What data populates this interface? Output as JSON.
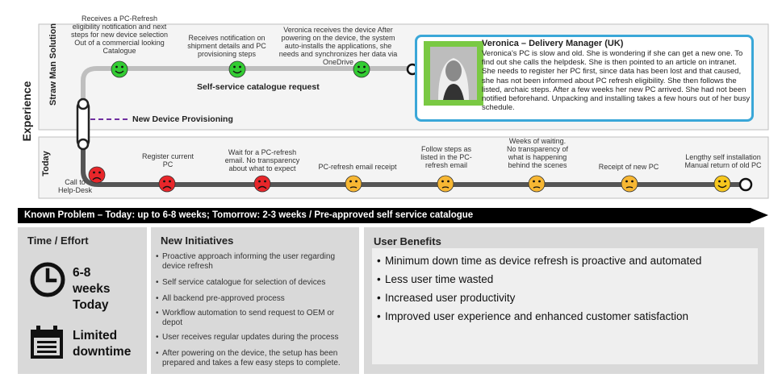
{
  "lanes": {
    "experience": "Experience",
    "straw_man": "Straw Man Solution",
    "today": "Today"
  },
  "straw_man_steps": [
    {
      "label": "Receives a PC-Refresh eligibility notification and next steps for new device selection Out of a commercial looking Catalogue",
      "mood": "happy"
    },
    {
      "label": "Receives notification on shipment details and PC provisioning steps",
      "mood": "happy"
    },
    {
      "label": "Veronica receives the device After powering on the device, the system auto-installs the applications, she needs and synchronizes her data via OneDrive",
      "mood": "happy"
    }
  ],
  "self_service_label": "Self-service catalogue request",
  "new_device_label": "New Device Provisioning",
  "today_steps": [
    {
      "label": "Call to Help-Desk",
      "mood": "sad"
    },
    {
      "label": "Register current PC",
      "mood": "sad"
    },
    {
      "label": "Wait for a PC-refresh email. No transparency about what to expect",
      "mood": "sad"
    },
    {
      "label": "PC-refresh email receipt",
      "mood": "neutral"
    },
    {
      "label": "Follow steps as listed in the PC-refresh email",
      "mood": "neutral"
    },
    {
      "label": "Weeks of waiting. No transparency of what is happening behind the scenes",
      "mood": "neutral"
    },
    {
      "label": "Receipt of new PC",
      "mood": "neutral"
    },
    {
      "label": "Lengthy self installation Manual return of old PC",
      "mood": "happy-yellow"
    }
  ],
  "persona": {
    "name": "Veronica – Delivery Manager (UK)",
    "story": "Veronica's PC is slow and old. She is wondering if she can get a new one. To find out she calls the helpdesk. She is then pointed to an article on intranet. She needs to register her PC first, since data has been lost and that caused, she has not been informed about PC refresh eligibility. She then follows the listed, archaic steps. After a few weeks her new PC arrived. She had not been notified beforehand. Unpacking and installing takes a few hours out of her busy schedule."
  },
  "banner": "Known Problem – Today: up to 6-8 weeks; Tomorrow: 2-3 weeks / Pre-approved self service catalogue",
  "time_effort": {
    "title": "Time / Effort",
    "duration_lines": [
      "6-8",
      "weeks",
      "Today"
    ],
    "downtime_lines": [
      "Limited",
      "downtime"
    ]
  },
  "initiatives": {
    "title": "New Initiatives",
    "items": [
      "Proactive approach informing the user regarding device refresh",
      "Self service catalogue for selection of devices",
      "All backend pre-approved process",
      "Workflow automation to send request to OEM or depot",
      "User receives regular updates during the process",
      "After powering on the device, the setup has been prepared and takes a few easy steps to complete."
    ]
  },
  "benefits": {
    "title": "User Benefits",
    "items": [
      "Minimum down time as device refresh is proactive and automated",
      "Less user time wasted",
      "Increased user productivity",
      "Improved user experience and enhanced customer satisfaction"
    ]
  },
  "colors": {
    "track": "#bfbfbf",
    "happy_green": "#33cc33",
    "sad_red": "#e8262a",
    "neutral_yellow": "#f7b733",
    "happy_yellow": "#f7c71e",
    "persona_border": "#3aa7d8",
    "persona_photo_bg": "#7ac943",
    "dashed_purple": "#7030a0"
  }
}
